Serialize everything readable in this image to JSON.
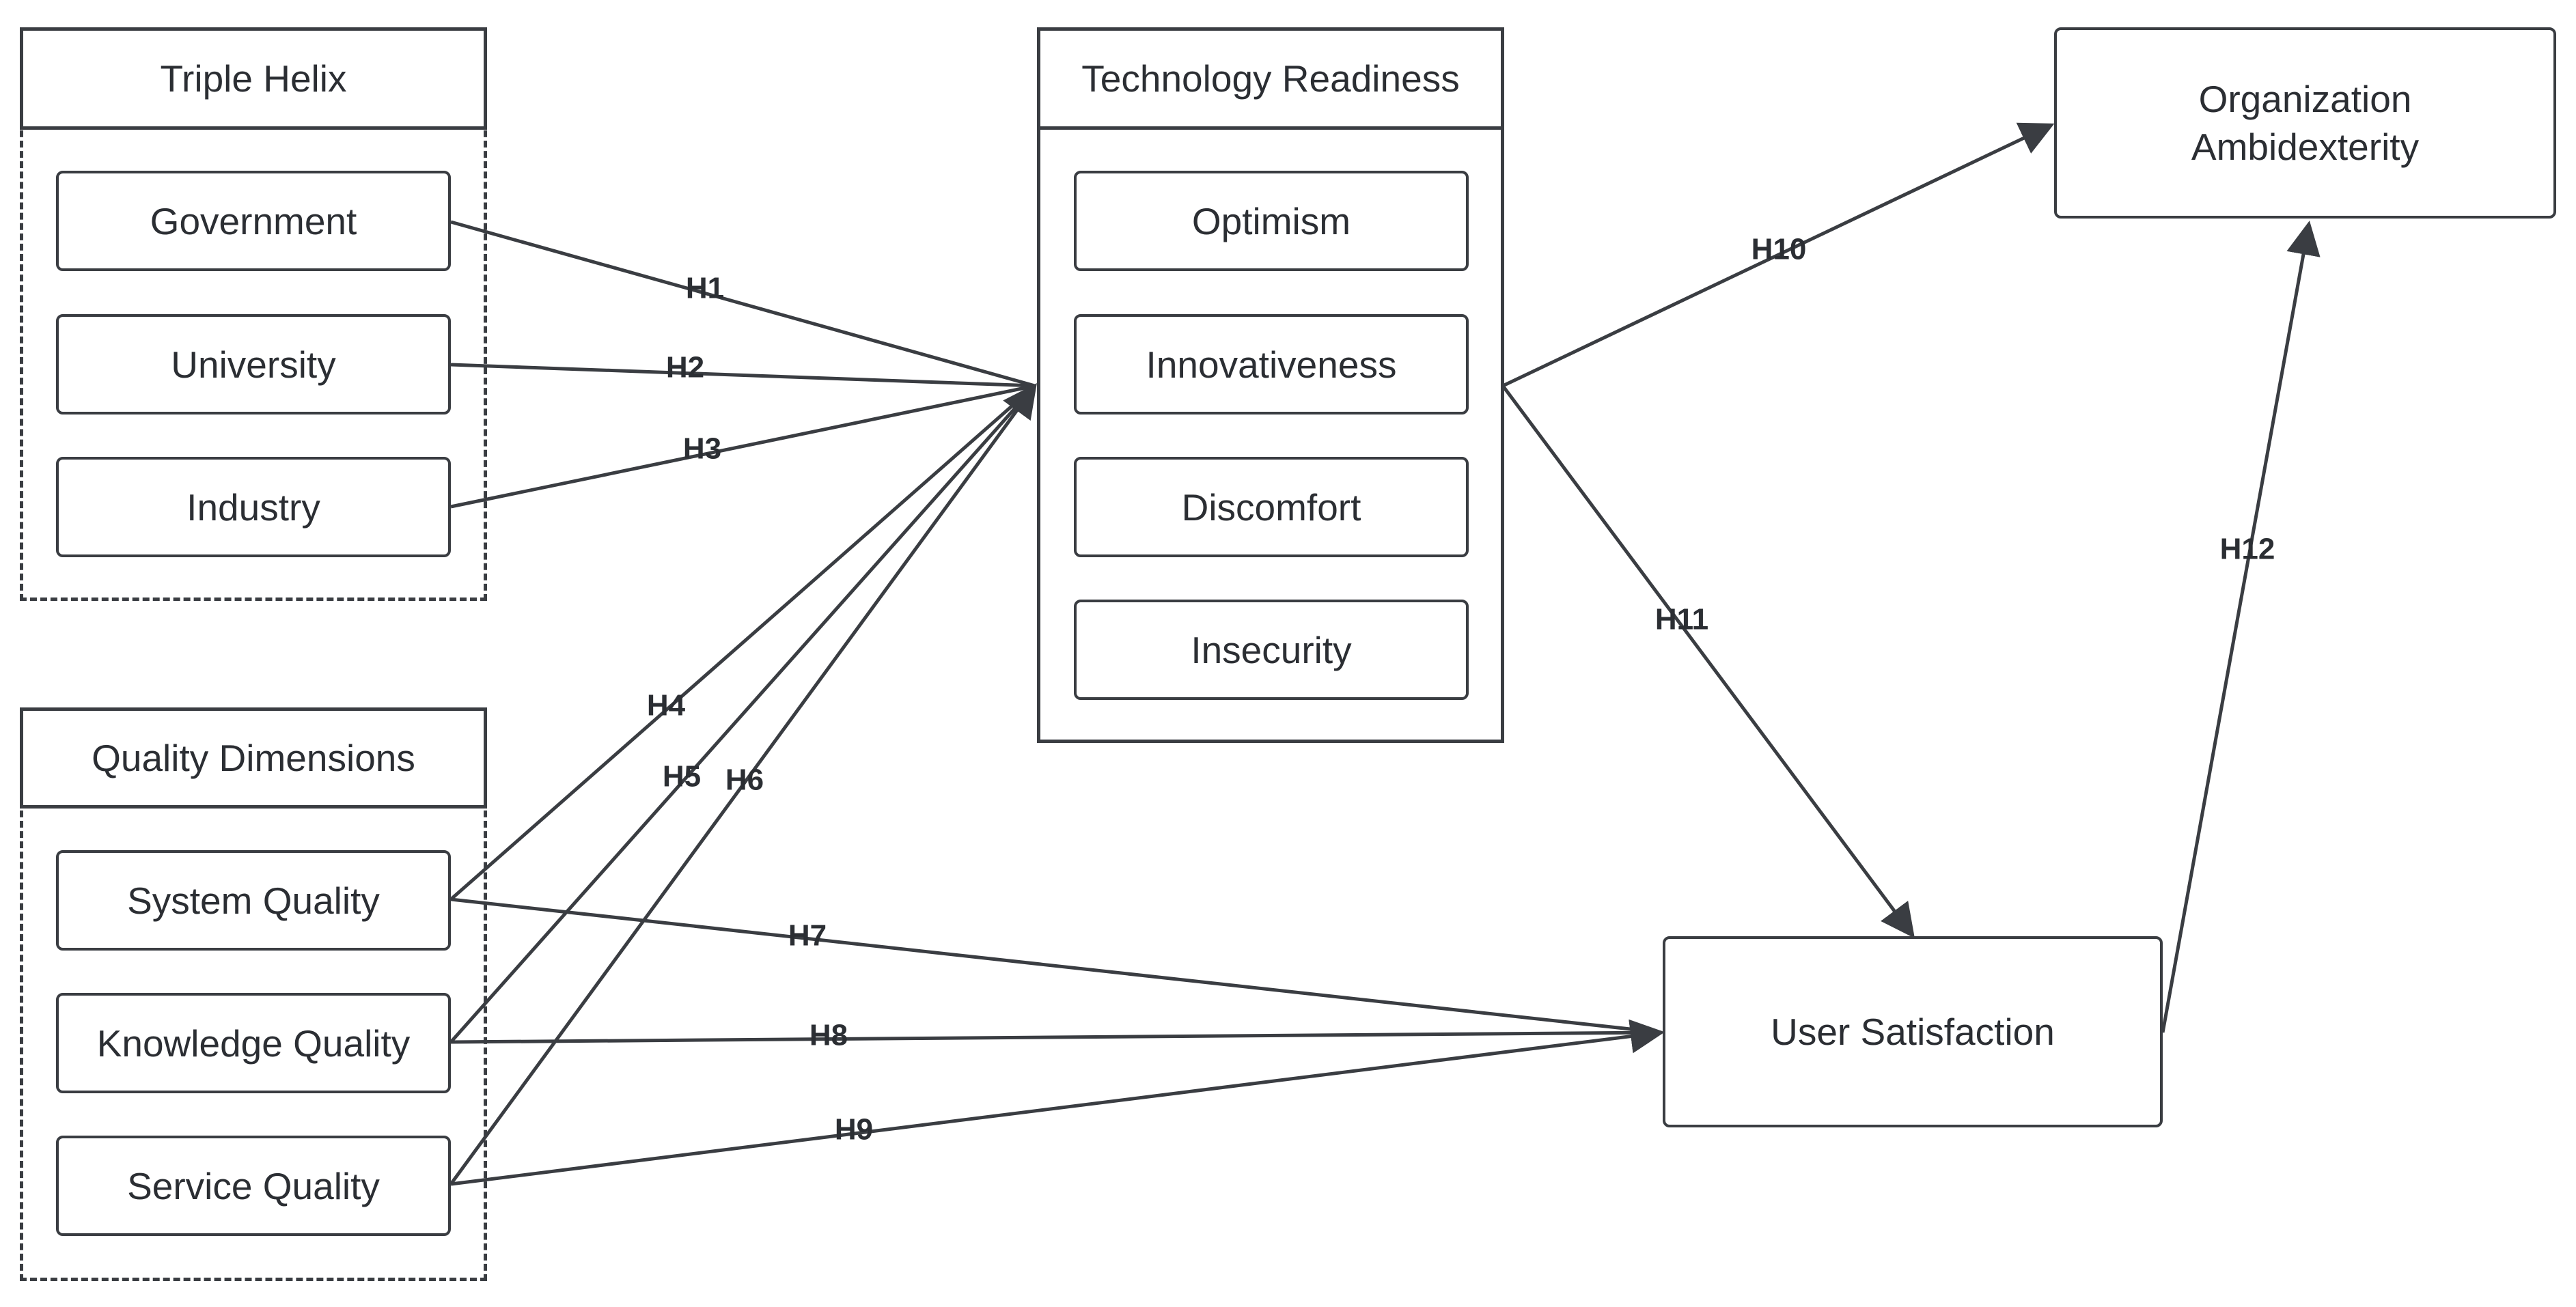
{
  "groups": {
    "triple_helix": {
      "title": "Triple Helix",
      "items": [
        "Government",
        "University",
        "Industry"
      ]
    },
    "technology_readiness": {
      "title": "Technology Readiness",
      "items": [
        "Optimism",
        "Innovativeness",
        "Discomfort",
        "Insecurity"
      ]
    },
    "quality_dimensions": {
      "title": "Quality Dimensions",
      "items": [
        "System Quality",
        "Knowledge Quality",
        "Service Quality"
      ]
    }
  },
  "nodes": {
    "organization_ambidexterity": {
      "line1": "Organization",
      "line2": "Ambidexterity"
    },
    "user_satisfaction": "User Satisfaction"
  },
  "hypotheses": {
    "h1": "H1",
    "h2": "H2",
    "h3": "H3",
    "h4": "H4",
    "h5": "H5",
    "h6": "H6",
    "h7": "H7",
    "h8": "H8",
    "h9": "H9",
    "h10": "H10",
    "h11": "H11",
    "h12": "H12"
  },
  "edges": [
    {
      "from": "Government",
      "to": "Technology Readiness",
      "label": "H1"
    },
    {
      "from": "University",
      "to": "Technology Readiness",
      "label": "H2"
    },
    {
      "from": "Industry",
      "to": "Technology Readiness",
      "label": "H3"
    },
    {
      "from": "System Quality",
      "to": "Technology Readiness",
      "label": "H4"
    },
    {
      "from": "Knowledge Quality",
      "to": "Technology Readiness",
      "label": "H5"
    },
    {
      "from": "Service Quality",
      "to": "Technology Readiness",
      "label": "H6"
    },
    {
      "from": "System Quality",
      "to": "User Satisfaction",
      "label": "H7"
    },
    {
      "from": "Knowledge Quality",
      "to": "User Satisfaction",
      "label": "H8"
    },
    {
      "from": "Service Quality",
      "to": "User Satisfaction",
      "label": "H9"
    },
    {
      "from": "Technology Readiness",
      "to": "Organization Ambidexterity",
      "label": "H10"
    },
    {
      "from": "Technology Readiness",
      "to": "User Satisfaction",
      "label": "H11"
    },
    {
      "from": "User Satisfaction",
      "to": "Organization Ambidexterity",
      "label": "H12"
    }
  ],
  "colors": {
    "stroke": "#3a3d42",
    "text": "#2b2e33",
    "background": "#ffffff"
  }
}
